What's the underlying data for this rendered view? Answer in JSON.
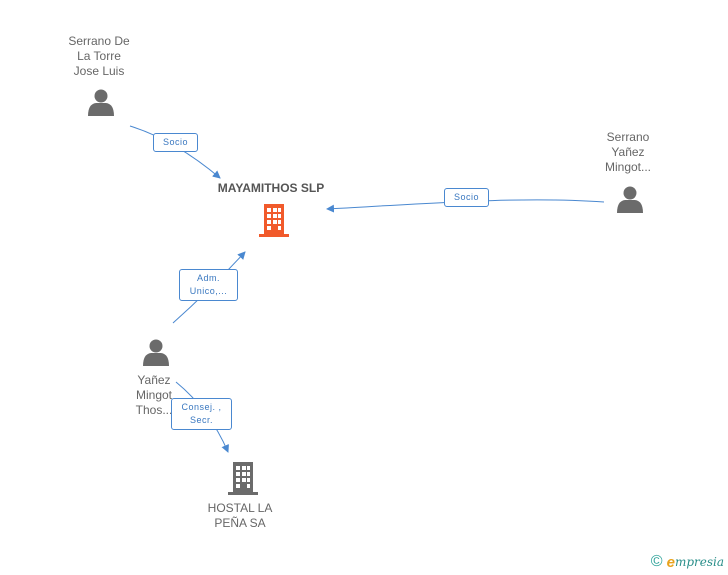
{
  "nodes": {
    "person_serrano_torre": {
      "label": "Serrano De\nLa Torre\nJose Luis"
    },
    "company_mayamithos": {
      "label": "MAYAMITHOS SLP"
    },
    "person_serrano_yanez": {
      "label": "Serrano\nYañez\nMingot..."
    },
    "person_yanez_mingot": {
      "label": "Yañez\nMingot\nThos..."
    },
    "company_hostal": {
      "label": "HOSTAL LA\nPEÑA SA"
    }
  },
  "edges": {
    "e1": {
      "label": "Socio"
    },
    "e2": {
      "label": "Socio"
    },
    "e3": {
      "label": "Adm.\nUnico,..."
    },
    "e4": {
      "label": "Consej. ,\nSecr."
    }
  },
  "colors": {
    "edge": "#4a88d0",
    "person_icon": "#6b6b6b",
    "main_company_icon": "#f15a2b",
    "company_icon": "#6b6b6b"
  },
  "footer": {
    "copyright_symbol": "©",
    "brand_initial": "e",
    "brand_rest": "mpresia"
  }
}
